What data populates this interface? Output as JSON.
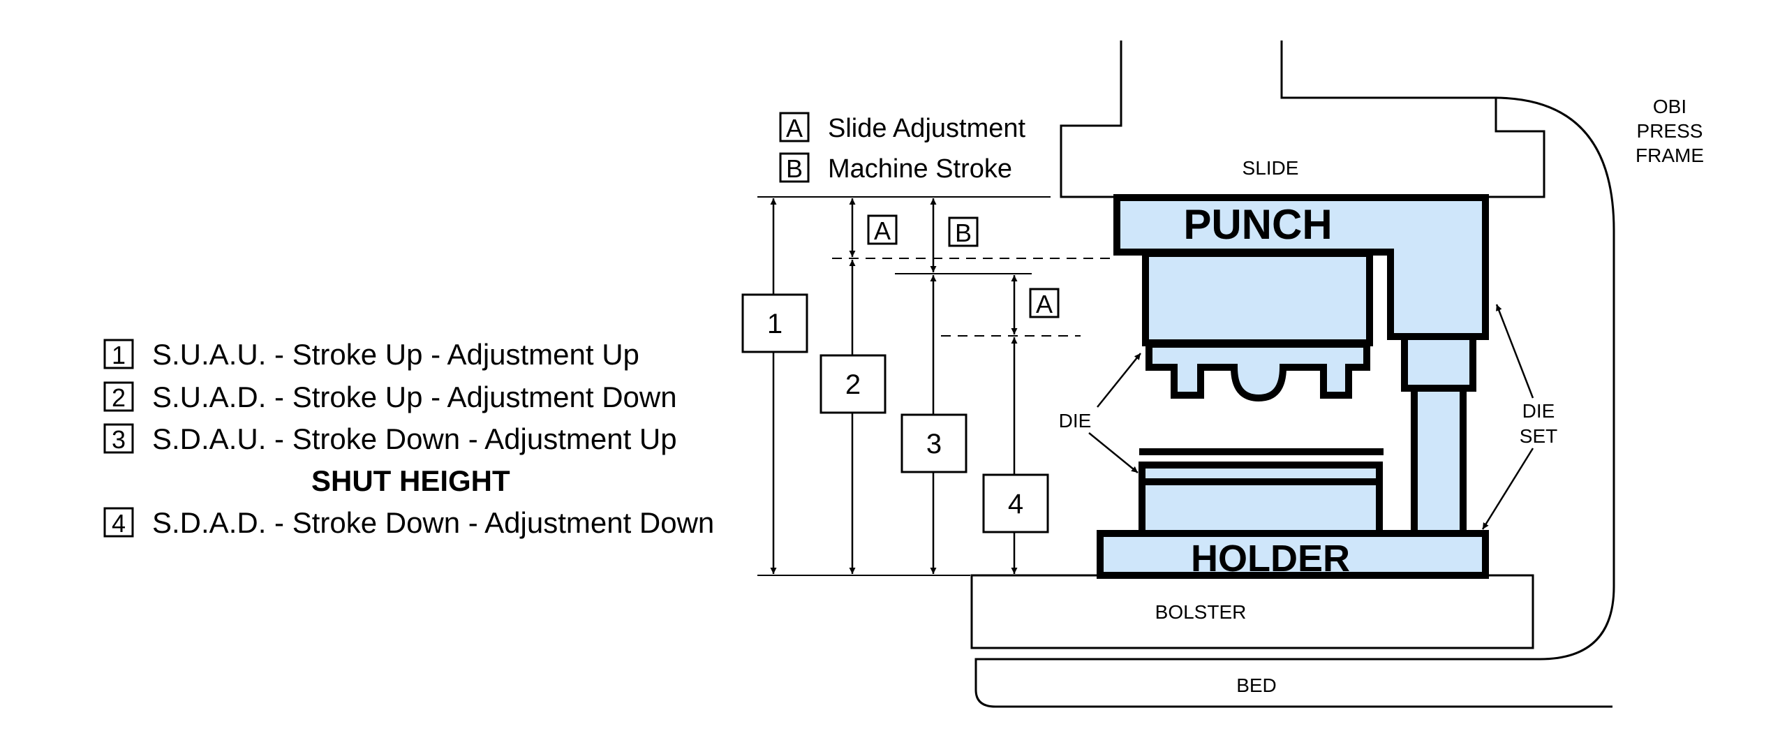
{
  "key": [
    {
      "letter": "A",
      "text": "Slide Adjustment"
    },
    {
      "letter": "B",
      "text": "Machine Stroke"
    }
  ],
  "legend": [
    {
      "num": "1",
      "text": "S.U.A.U. - Stroke Up - Adjustment Up"
    },
    {
      "num": "2",
      "text": "S.U.A.D. - Stroke Up - Adjustment Down"
    },
    {
      "num": "3",
      "text": "S.D.A.U. - Stroke Down - Adjustment Up"
    },
    {
      "num": "4",
      "text": "S.D.A.D. - Stroke Down - Adjustment Down"
    }
  ],
  "shut_height": "SHUT HEIGHT",
  "dimension_labels": {
    "a": "A",
    "b": "B",
    "one": "1",
    "two": "2",
    "three": "3",
    "four": "4"
  },
  "parts": {
    "slide": "SLIDE",
    "punch": "PUNCH",
    "holder": "HOLDER",
    "bolster": "BOLSTER",
    "bed": "BED",
    "die": "DIE",
    "die_set_1": "DIE",
    "die_set_2": "SET",
    "frame_1": "OBI",
    "frame_2": "PRESS",
    "frame_3": "FRAME"
  },
  "colors": {
    "part_fill": "#cfe6fa",
    "line": "#000000"
  }
}
